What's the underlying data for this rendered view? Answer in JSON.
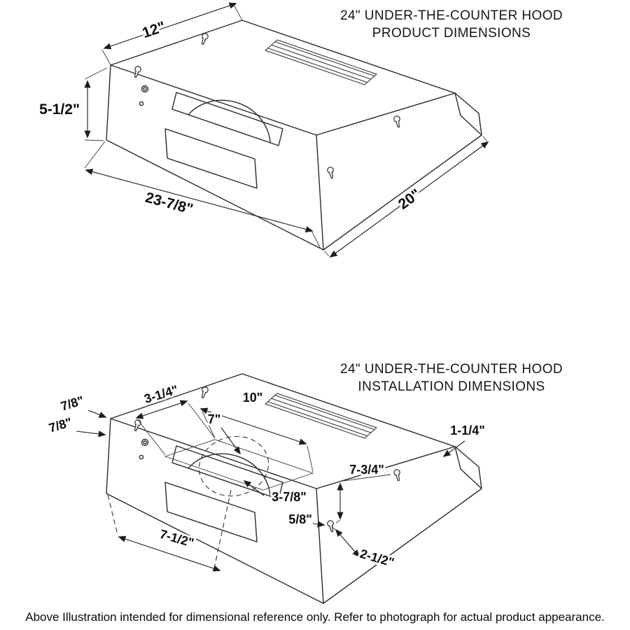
{
  "style": {
    "background": "#ffffff",
    "line_color": "#2a2a2a",
    "text_color": "#111111"
  },
  "footer": {
    "note": "Above Illustration intended for dimensional reference only. Refer to photograph for actual product appearance."
  },
  "product_diagram": {
    "title_line1": "24\" UNDER-THE-COUNTER HOOD",
    "title_line2": "PRODUCT DIMENSIONS",
    "dims": {
      "top_edge": "12\"",
      "left_height": "5-1/2\"",
      "front_width": "23-7/8\"",
      "side_depth": "20\""
    }
  },
  "installation_diagram": {
    "title_line1": "24\" UNDER-THE-COUNTER HOOD",
    "title_line2": "INSTALLATION DIMENSIONS",
    "dims": {
      "offset_top": "7/8\"",
      "offset_left": "7/8\"",
      "cutout_depth": "3-1/4\"",
      "cutout_width": "10\"",
      "duct_diameter": "7\"",
      "chamfer": "1-1/4\"",
      "rear_keyhole_height": "7-3/4\"",
      "duct_center_to_front": "3-7/8\"",
      "keyhole_slot": "5/8\"",
      "duct_center_from_left": "7-1/2\"",
      "keyhole_from_bottom": "2-1/2\""
    }
  }
}
